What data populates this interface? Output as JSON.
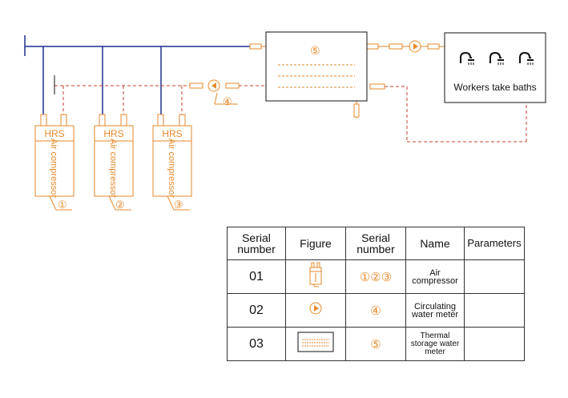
{
  "diagram": {
    "storage_tank_label": "⑤",
    "workers_label": "Workers take baths",
    "pump_label": "④",
    "compressors": [
      {
        "hrs": "HRS",
        "name": "Air compressor",
        "num": "①"
      },
      {
        "hrs": "HRS",
        "name": "Air compressor",
        "num": "②"
      },
      {
        "hrs": "HRS",
        "name": "Air compressor",
        "num": "③"
      }
    ],
    "colors": {
      "pipe_orange": "#e58a2c",
      "pipe_blue": "#1f2f8c",
      "return_red": "#c2412d"
    }
  },
  "table": {
    "headers": {
      "serial": "Serial number",
      "figure": "Figure",
      "serial2": "Serial number",
      "name": "Name",
      "parameters": "Parameters"
    },
    "rows": [
      {
        "serial": "01",
        "numbers": "①②③",
        "name": "Air compressor",
        "parameters": ""
      },
      {
        "serial": "02",
        "numbers": "④",
        "name": "Circulating water meter",
        "parameters": ""
      },
      {
        "serial": "03",
        "numbers": "⑤",
        "name": "Thermal storage water meter",
        "parameters": ""
      }
    ]
  }
}
